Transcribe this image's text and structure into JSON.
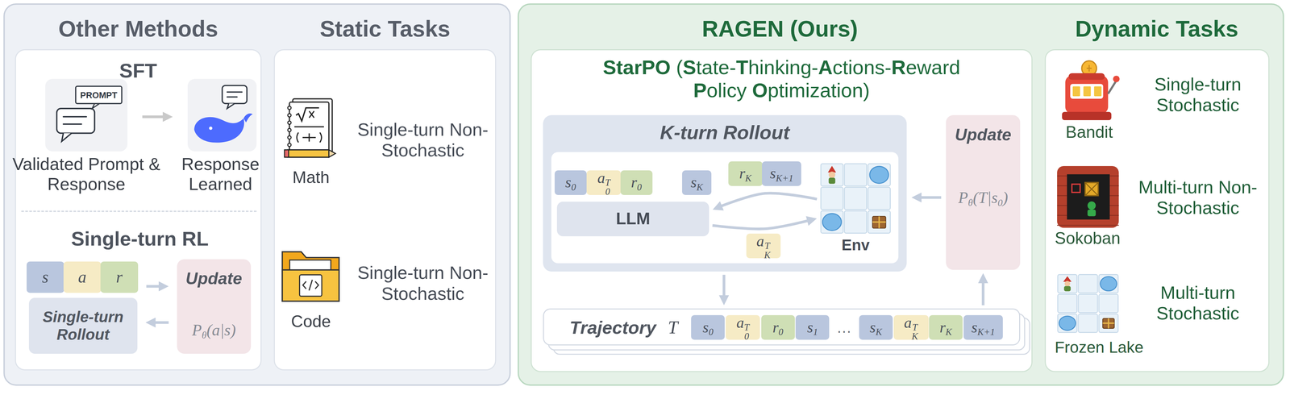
{
  "diagram": {
    "nodes": [
      {
        "text": [
          "Other Methods"
        ]
      },
      {
        "text": [
          "SFT"
        ],
        "in": 0
      },
      {
        "text": [
          "PROMPT",
          "Validated Prompt & Response"
        ],
        "in": 1
      },
      {
        "text": [
          "Response Learned"
        ],
        "in": 1
      },
      {
        "text": [
          "Single-turn RL"
        ],
        "in": 0
      },
      {
        "text": [
          "s"
        ],
        "in": 4
      },
      {
        "text": [
          "a"
        ],
        "in": 4
      },
      {
        "text": [
          "r"
        ],
        "in": 4
      },
      {
        "text": [
          "Single-turn Rollout"
        ],
        "in": 4
      },
      {
        "text": [
          "Update",
          "Pθ(a|s)"
        ],
        "in": 4
      },
      {
        "text": [
          "Static Tasks"
        ]
      },
      {
        "text": [
          "Math",
          "Single-turn Non-Stochastic"
        ],
        "in": 10
      },
      {
        "text": [
          "Code",
          "Single-turn Non-Stochastic"
        ],
        "in": 10
      },
      {
        "text": [
          "RAGEN (Ours)",
          "StarPO (State-Thinking-Actions-Reward Policy Optimization)"
        ]
      },
      {
        "text": [
          "K-turn Rollout"
        ],
        "in": 13
      },
      {
        "text": [
          "s0"
        ],
        "in": 14
      },
      {
        "text": [
          "a0T"
        ],
        "in": 14
      },
      {
        "text": [
          "r0"
        ],
        "in": 14
      },
      {
        "text": [
          "sK"
        ],
        "in": 14
      },
      {
        "text": [
          "LLM"
        ],
        "in": 14
      },
      {
        "text": [
          "rK"
        ],
        "in": 14
      },
      {
        "text": [
          "sK+1"
        ],
        "in": 14
      },
      {
        "text": [
          "Env"
        ],
        "in": 14
      },
      {
        "text": [
          "aKT"
        ],
        "in": 14
      },
      {
        "text": [
          "Update",
          "Pθ(T|s0)"
        ],
        "in": 13
      },
      {
        "text": [
          "Trajectory",
          "T"
        ],
        "in": 13
      },
      {
        "text": [
          "s0"
        ],
        "in": 25
      },
      {
        "text": [
          "a0T"
        ],
        "in": 25
      },
      {
        "text": [
          "r0"
        ],
        "in": 25
      },
      {
        "text": [
          "s1"
        ],
        "in": 25
      },
      {
        "text": [
          "sK"
        ],
        "in": 25
      },
      {
        "text": [
          "aKT"
        ],
        "in": 25
      },
      {
        "text": [
          "rK"
        ],
        "in": 25
      },
      {
        "text": [
          "sK+1"
        ],
        "in": 25
      },
      {
        "text": [
          "Dynamic Tasks"
        ]
      },
      {
        "text": [
          "Bandit",
          "Single-turn Stochastic"
        ],
        "in": 34
      },
      {
        "text": [
          "Sokoban",
          "Multi-turn Non-Stochastic"
        ],
        "in": 34
      },
      {
        "text": [
          "Frozen Lake",
          "Multi-turn Stochastic"
        ],
        "in": 34
      }
    ],
    "edges": [
      {
        "from": 2,
        "to": 3,
        "arrow": "to"
      },
      {
        "from": 7,
        "to": 9,
        "arrow": "to"
      },
      {
        "from": 9,
        "to": 8,
        "arrow": "to"
      },
      {
        "from": 22,
        "to": 19,
        "arrow": "to"
      },
      {
        "from": 19,
        "to": 22,
        "arrow": "to"
      },
      {
        "from": 14,
        "to": 25,
        "arrow": "to"
      },
      {
        "from": 25,
        "to": 24,
        "arrow": "to"
      },
      {
        "from": 24,
        "to": 14,
        "arrow": "to"
      }
    ],
    "labels": [
      "…"
    ]
  }
}
